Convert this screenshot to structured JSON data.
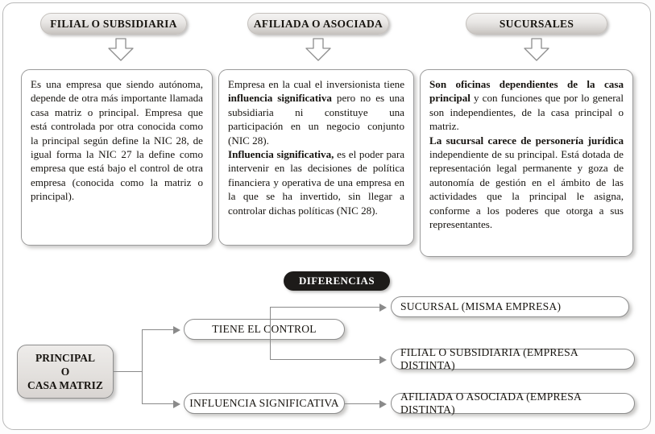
{
  "columns": [
    {
      "header": "FILIAL O SUBSIDIARIA",
      "arrow_icon": "down-arrow-icon",
      "body_html": "Es una empresa que siendo autónoma, depende de otra más importante llamada casa matriz o principal. Empresa que está controlada por otra conocida como la principal según define la NIC 28, de igual forma la NIC 27 la define como empresa que está bajo el control de otra empresa (conocida como la matriz o principal)."
    },
    {
      "header": "AFILIADA O ASOCIADA",
      "arrow_icon": "down-arrow-icon",
      "body_html": "Empresa en la cual el inversionista tiene <b>influencia significativa</b> pero no es una subsidiaria ni constituye una participación en un negocio conjunto (NIC 28).<br><b>Influencia significativa,</b> es el poder para intervenir en las decisiones de política financiera y operativa de una empresa en la que se ha invertido, sin llegar a controlar dichas políticas (NIC 28)."
    },
    {
      "header": "SUCURSALES",
      "arrow_icon": "down-arrow-icon",
      "body_html": "<b>Son oficinas dependientes de la casa principal</b> y con funciones que por lo general son independientes, de la casa principal o matriz.<br><b>La sucursal carece de personería jurídica</b> independiente de su principal. Está dotada de representación legal permanente y goza de autonomía de gestión en el ámbito de las actividades que la principal le asigna, conforme a los poderes que otorga a sus representantes."
    }
  ],
  "diferencias": {
    "banner": "DIFERENCIAS",
    "source": "PRINCIPAL\nO\nCASA MATRIZ",
    "source_lines": [
      "PRINCIPAL",
      "O",
      "CASA MATRIZ"
    ],
    "middle": [
      {
        "label": "TIENE EL CONTROL"
      },
      {
        "label": "INFLUENCIA SIGNIFICATIVA"
      }
    ],
    "outcomes": [
      {
        "label": "SUCURSAL (MISMA EMPRESA)"
      },
      {
        "label": "FILIAL O SUBSIDIARIA (EMPRESA DISTINTA)"
      },
      {
        "label": "AFILIADA O ASOCIADA (EMPRESA DISTINTA)"
      }
    ]
  },
  "colors": {
    "frame_border": "#b9b9b9",
    "pill_gray_top": "#f4f3f2",
    "pill_gray_bottom": "#c7c3bf",
    "black_pill": "#1d1b19",
    "connector": "#8a8a8a",
    "text": "#16130f"
  }
}
